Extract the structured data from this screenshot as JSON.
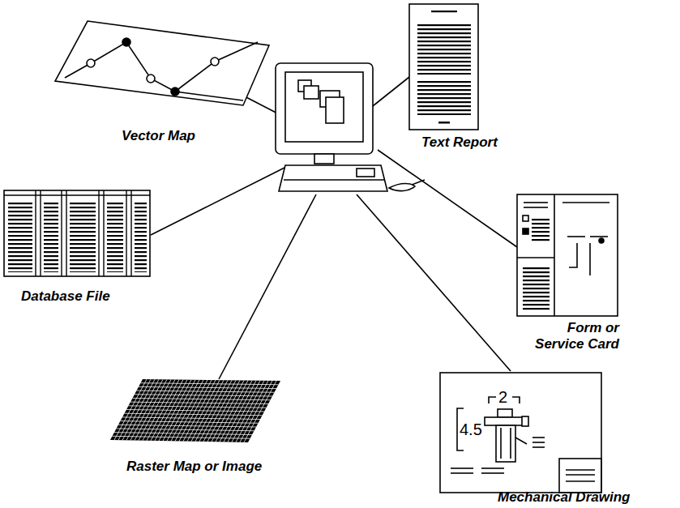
{
  "diagram": {
    "nodes": [
      {
        "text": [
          "Vector Map"
        ]
      },
      {
        "text": [
          "Text Report"
        ]
      },
      {
        "text": [
          "Database File"
        ]
      },
      {
        "text": [
          "Form or Service Card"
        ]
      },
      {
        "text": [
          "Raster Map or Image"
        ]
      },
      {
        "text": [
          "Mechanical Drawing"
        ]
      }
    ],
    "labels": [
      "2",
      "4.5"
    ]
  }
}
